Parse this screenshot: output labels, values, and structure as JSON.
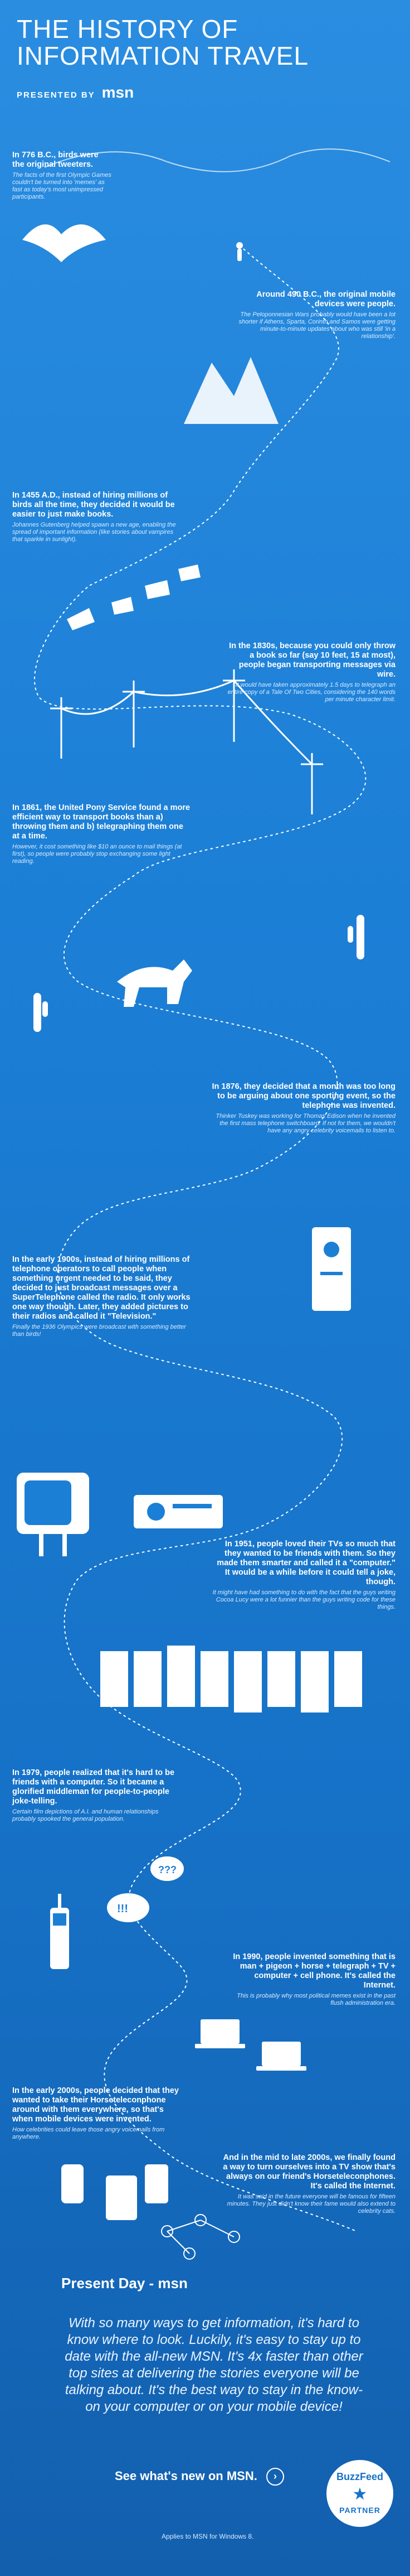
{
  "header": {
    "title_line1": "THE HISTORY OF",
    "title_line2": "INFORMATION TRAVEL",
    "presented_by": "PRESENTED BY",
    "brand": "msn"
  },
  "events": [
    {
      "headline": "In 776 B.C., birds were the original tweeters.",
      "detail": "The facts of the first Olympic Games couldn't be turned into 'memes' as fast as today's most unimpressed participants."
    },
    {
      "headline": "Around 490 B.C., the original mobile devices were people.",
      "detail": "The Peloponnesian Wars probably would have been a lot shorter if Athens, Sparta, Corinth and Samos were getting minute-to-minute updates about who was still 'in a relationship'."
    },
    {
      "headline": "In 1455 A.D., instead of hiring millions of birds all the time, they decided it would be easier to just make books.",
      "detail": "Johannes Gutenberg helped spawn a new age, enabling the spread of important information (like stories about vampires that sparkle in sunlight)."
    },
    {
      "headline": "In the 1830s, because you could only throw a book so far (say 10 feet, 15 at most), people began transporting messages via wire.",
      "detail": "It would have taken approximately 1.5 days to telegraph an entire copy of a Tale Of Two Cities, considering the 140 words per minute character limit."
    },
    {
      "headline": "In 1861, the United Pony Service found a more efficient way to transport books than a) throwing them and b) telegraphing them one at a time.",
      "detail": "However, it cost something like $10 an ounce to mail things (at first), so people were probably stop exchanging some light reading."
    },
    {
      "headline": "In 1876, they decided that a month was too long to be arguing about one sporting event, so the telephone was invented.",
      "detail": "Thinker Tuskey was working for Thomas Edison when he invented the first mass telephone switchboard. If not for them, we wouldn't have any angry celebrity voicemails to listen to."
    },
    {
      "headline": "In the early 1900s, instead of hiring millions of telephone operators to call people when something urgent needed to be said, they decided to just broadcast messages over a SuperTelephone called the radio. It only works one way though. Later, they added pictures to their radios and called it \"Television.\"",
      "detail": "Finally the 1936 Olympics were broadcast with something better than birds!"
    },
    {
      "headline": "In 1951, people loved their TVs so much that they wanted to be friends with them. So they made them smarter and called it a \"computer.\" It would be a while before it could tell a joke, though.",
      "detail": "It might have had something to do with the fact that the guys writing Cocoa Lucy were a lot funnier than the guys writing code for these things."
    },
    {
      "headline": "In 1979, people realized that it's hard to be friends with a computer. So it became a glorified middleman for people-to-people joke-telling.",
      "detail": "Certain film depictions of A.I. and human relationships probably spooked the general population."
    },
    {
      "headline": "In 1990, people invented something that is man + pigeon + horse + telegraph + TV + computer + cell phone. It's called the Internet.",
      "detail": "This is probably why most political memes exist in the past flush administration era."
    },
    {
      "headline": "In the early 2000s, people decided that they wanted to take their Horseteleconphone around with them everywhere, so that's when mobile devices were invented.",
      "detail": "How celebrities could leave those angry voicemails from anywhere."
    },
    {
      "headline": "And in the mid to late 2000s, we finally found a way to turn ourselves into a TV show that's always on our friend's Horseteleconphones. It's called the Internet.",
      "detail": "It was said in the future everyone will be famous for fifteen minutes. They just didn't know their fame would also extend to celebrity cats."
    }
  ],
  "present_day": {
    "title": "Present Day -",
    "brand": "msn",
    "body": "With so many ways to get information, it's hard to know where to look. Luckily, it's easy to stay up to date with the all-new MSN. It's 4x faster than other top sites at delivering the stories everyone will be talking about. It's the best way to stay in the know- on your computer or on your mobile device!"
  },
  "cta": {
    "label": "See what's new on MSN.",
    "arrow": "›"
  },
  "footnote": "Applies to MSN for Windows 8.",
  "badge": {
    "top": "BuzzFeed",
    "bottom": "PARTNER",
    "icon": "star-icon",
    "symbol": "★"
  },
  "colors": {
    "background": "#1c7fd6",
    "line": "#ffffff",
    "accent": "#ffffff"
  }
}
